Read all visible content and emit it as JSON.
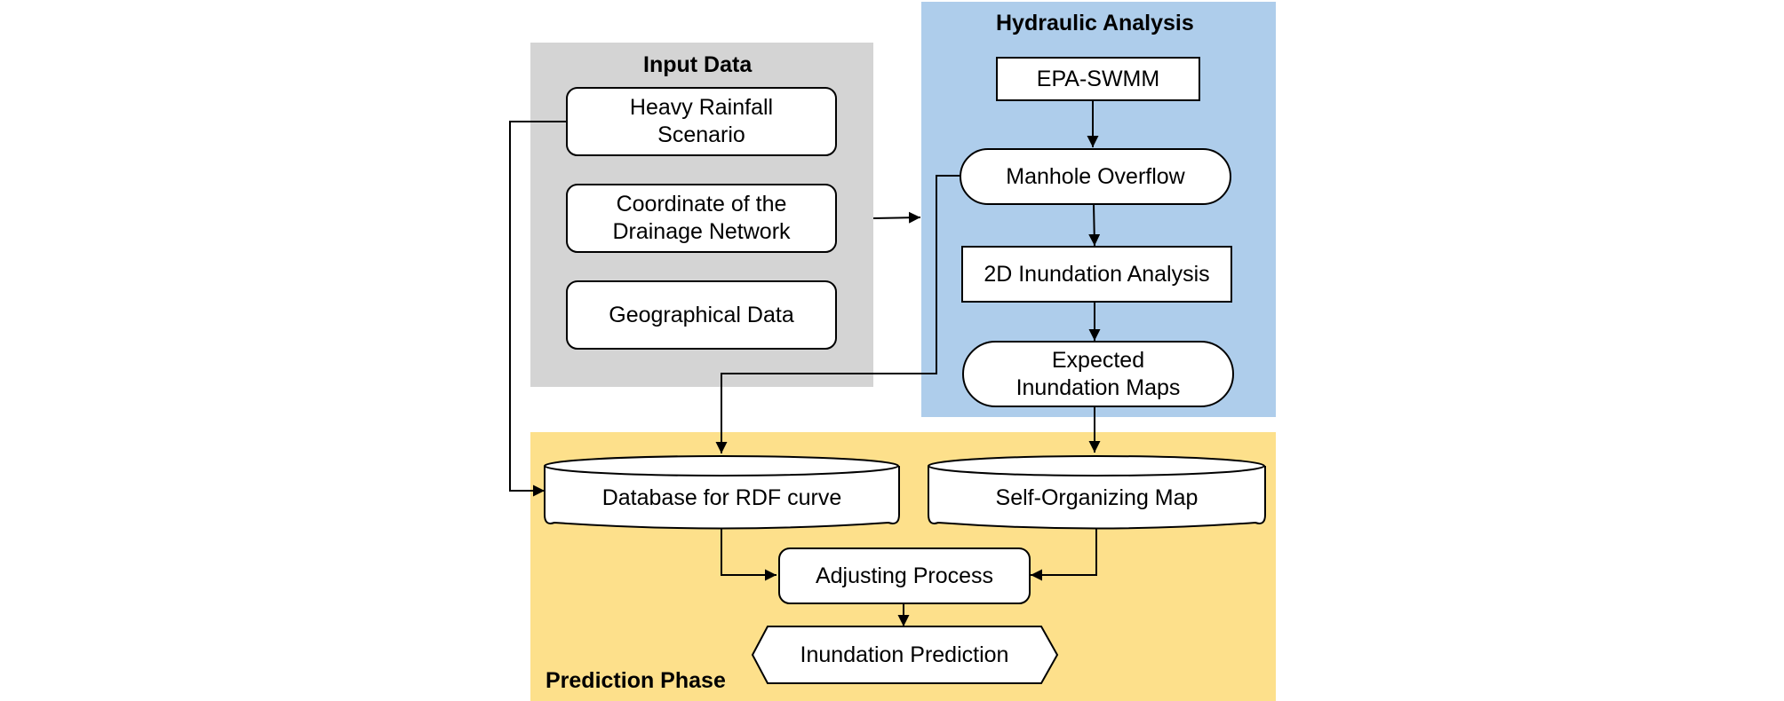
{
  "regions": {
    "input": {
      "title": "Input Data",
      "color": "#d4d4d4"
    },
    "hydraulic": {
      "title": "Hydraulic Analysis",
      "color": "#aecdeb"
    },
    "prediction": {
      "title": "Prediction Phase",
      "color": "#fde08b"
    }
  },
  "nodes": {
    "heavy_rainfall": "Heavy Rainfall\nScenario",
    "coordinate": "Coordinate of the\nDrainage Network",
    "geographical": "Geographical Data",
    "epa_swmm": "EPA-SWMM",
    "manhole": "Manhole Overflow",
    "inundation_analysis": "2D Inundation Analysis",
    "expected_maps": "Expected\nInundation Maps",
    "database_rdf": "Database for RDF curve",
    "som": "Self-Organizing Map",
    "adjusting": "Adjusting Process",
    "prediction": "Inundation Prediction"
  },
  "style": {
    "line_color": "#000000",
    "node_fill": "#ffffff"
  }
}
